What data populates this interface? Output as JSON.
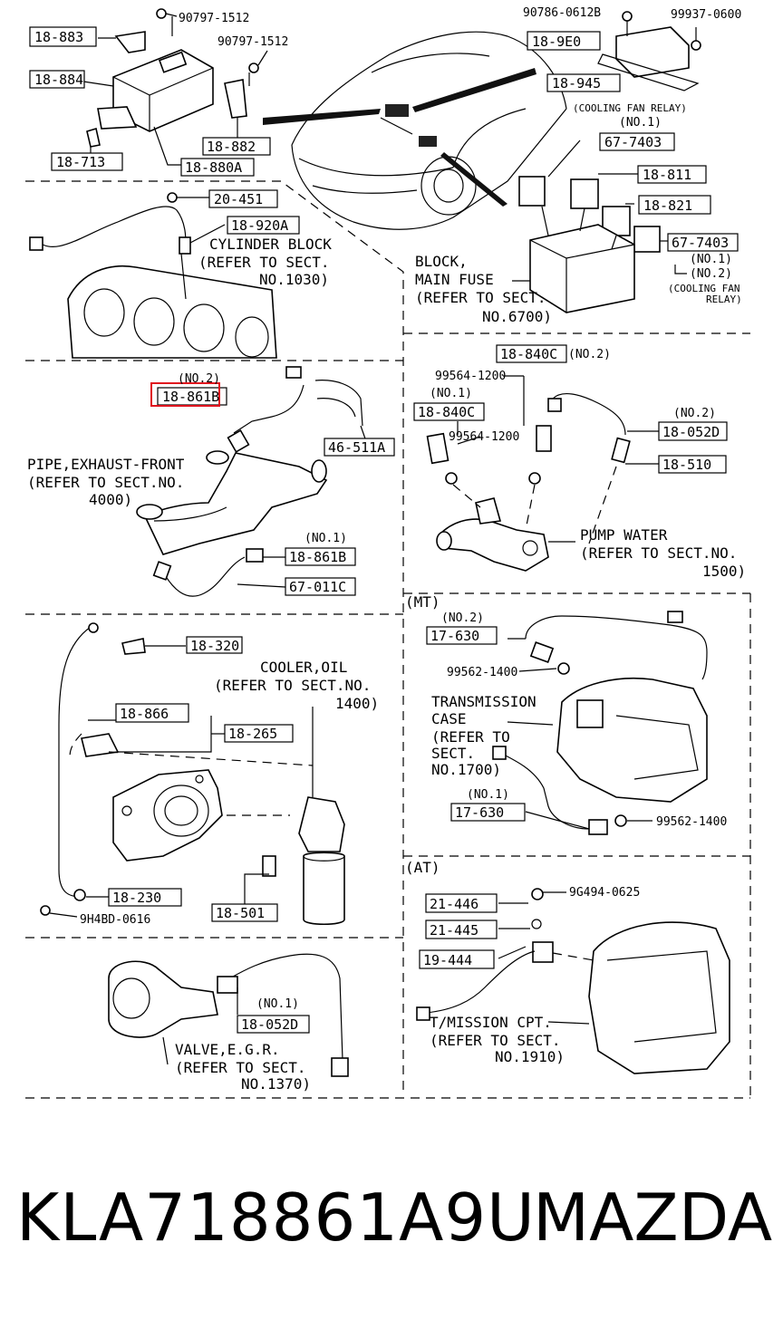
{
  "labels": {
    "p18_883": "18-883",
    "p90797_1512_a": "90797-1512",
    "p90797_1512_b": "90797-1512",
    "p18_884": "18-884",
    "p18_882": "18-882",
    "p18_713": "18-713",
    "p18_880a": "18-880A",
    "p90786_0612b": "90786-0612B",
    "p99937_0600": "99937-0600",
    "p18_9e0": "18-9E0",
    "p18_945": "18-945",
    "p67_7403_a": "67-7403",
    "p18_811": "18-811",
    "p18_821": "18-821",
    "p67_7403_b": "67-7403",
    "p20_451": "20-451",
    "p18_920a": "18-920A",
    "p18_861b_no2": "18-861B",
    "p46_511a": "46-511A",
    "p18_861b_no1": "18-861B",
    "p67_011c": "67-011C",
    "p18_840c_no2": "18-840C",
    "p99564_1200_a": "99564-1200",
    "p18_840c_no1": "18-840C",
    "p99564_1200_b": "99564-1200",
    "p18_052d_no2": "18-052D",
    "p18_510": "18-510",
    "p18_320": "18-320",
    "p18_866": "18-866",
    "p18_265": "18-265",
    "p18_230": "18-230",
    "p9h4bd_0616": "9H4BD-0616",
    "p18_501": "18-501",
    "p17_630_no2": "17-630",
    "p99562_1400_a": "99562-1400",
    "p17_630_no1": "17-630",
    "p99562_1400_b": "99562-1400",
    "p21_446": "21-446",
    "p9g494_0625": "9G494-0625",
    "p21_445": "21-445",
    "p19_444": "19-444",
    "p18_052d_no1": "18-052D"
  },
  "qualifiers": {
    "no1": "(NO.1)",
    "no2": "(NO.2)",
    "mt": "(MT)",
    "at": "(AT)",
    "cooling_fan_relay": "(COOLING FAN RELAY)",
    "cooling_fan": "(COOLING FAN",
    "relay": "RELAY)"
  },
  "notes": {
    "cylinder_block": [
      "CYLINDER BLOCK",
      "(REFER TO SECT.",
      "NO.1030)"
    ],
    "block_main_fuse": [
      "BLOCK,",
      "MAIN FUSE",
      "(REFER TO SECT.",
      "NO.6700)"
    ],
    "pipe_exhaust": [
      "PIPE,EXHAUST-FRONT",
      "(REFER TO SECT.NO.",
      "4000)"
    ],
    "pump_water": [
      "PUMP WATER",
      "(REFER TO SECT.NO.",
      "1500)"
    ],
    "cooler_oil": [
      "COOLER,OIL",
      "(REFER TO SECT.NO.",
      "1400)"
    ],
    "transmission_case": [
      "TRANSMISSION",
      "CASE",
      "(REFER TO",
      "SECT.",
      "NO.1700)"
    ],
    "tmission_cpt": [
      "T/MISSION CPT.",
      "(REFER TO SECT.",
      "NO.1910)"
    ],
    "valve_egr": [
      "VALVE,E.G.R.",
      "(REFER TO SECT.",
      "NO.1370)"
    ]
  },
  "footer": {
    "part_number": "KLA718861A9U",
    "brand": "MAZDA"
  },
  "colors": {
    "line": "#000000",
    "highlight": "#e0141e",
    "background": "#ffffff"
  }
}
